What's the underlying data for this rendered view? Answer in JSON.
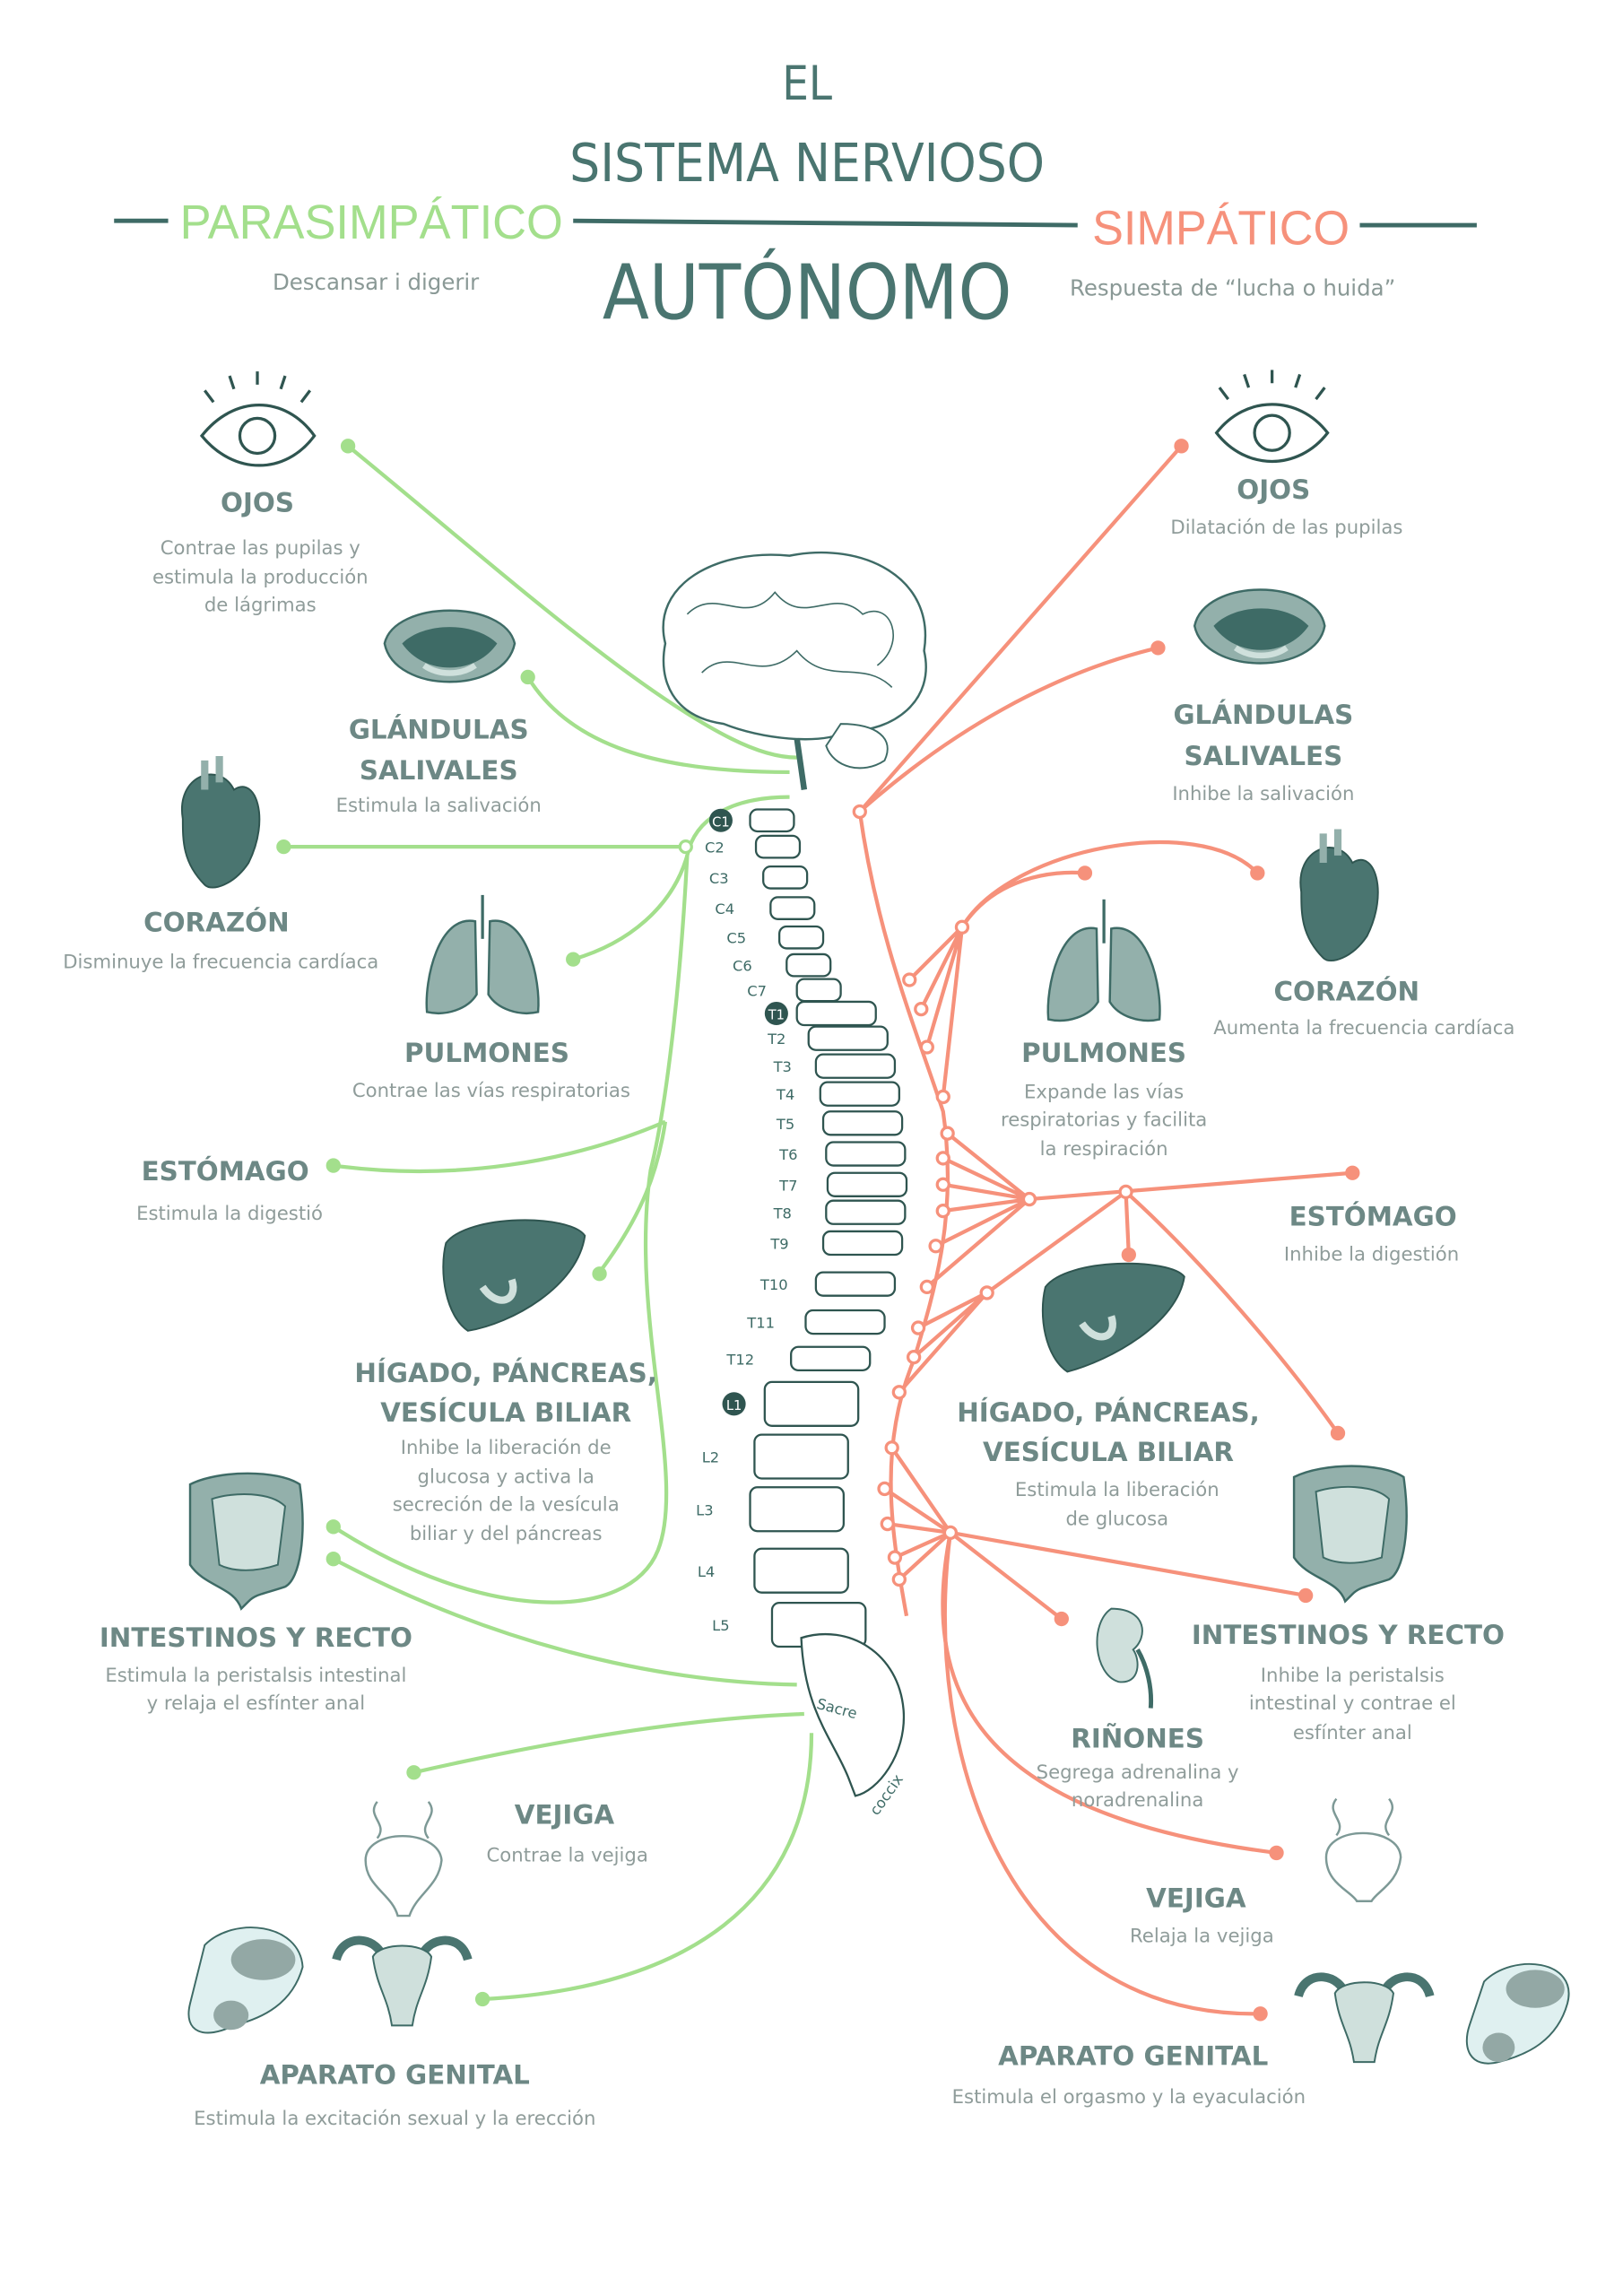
{
  "title": {
    "line1": "EL",
    "line2": "SISTEMA NERVIOSO",
    "line3": "AUTÓNOMO"
  },
  "parasympathetic": {
    "label": "PARASIMPÁTICO",
    "subtitle": "Descansar i digerir",
    "color": "#a3df8c"
  },
  "sympathetic": {
    "label": "SIMPÁTICO",
    "subtitle": "Respuesta de “lucha o huida”",
    "color": "#f6917b"
  },
  "left": [
    {
      "name": "OJOS",
      "desc": [
        "Contrae las pupilas y",
        "estimula la producción",
        "de lágrimas"
      ]
    },
    {
      "name": [
        "GLÁNDULAS",
        "SALIVALES"
      ],
      "desc": [
        "Estimula la salivación"
      ]
    },
    {
      "name": "CORAZÓN",
      "desc": [
        "Disminuye la frecuencia cardíaca"
      ]
    },
    {
      "name": "PULMONES",
      "desc": [
        "Contrae las vías respiratorias"
      ]
    },
    {
      "name": "ESTÓMAGO",
      "desc": [
        "Estimula la digestió"
      ]
    },
    {
      "name": [
        "HÍGADO, PÁNCREAS,",
        "VESÍCULA BILIAR"
      ],
      "desc": [
        "Inhibe la liberación de",
        "glucosa y activa la",
        "secreción de la vesícula",
        "biliar y del páncreas"
      ]
    },
    {
      "name": "INTESTINOS Y RECTO",
      "desc": [
        "Estimula la peristalsis intestinal",
        "y relaja el esfínter anal"
      ]
    },
    {
      "name": "VEJIGA",
      "desc": [
        "Contrae la vejiga"
      ]
    },
    {
      "name": "APARATO GENITAL",
      "desc": [
        "Estimula la excitación sexual y la erección"
      ]
    }
  ],
  "right": [
    {
      "name": "OJOS",
      "desc": [
        "Dilatación de las pupilas"
      ]
    },
    {
      "name": [
        "GLÁNDULAS",
        "SALIVALES"
      ],
      "desc": [
        "Inhibe la salivación"
      ]
    },
    {
      "name": "CORAZÓN",
      "desc": [
        "Aumenta la frecuencia cardíaca"
      ]
    },
    {
      "name": "PULMONES",
      "desc": [
        "Expande las vías",
        "respiratorias y facilita",
        "la respiración"
      ]
    },
    {
      "name": "ESTÓMAGO",
      "desc": [
        "Inhibe la digestión"
      ]
    },
    {
      "name": [
        "HÍGADO, PÁNCREAS,",
        "VESÍCULA BILIAR"
      ],
      "desc": [
        "Estimula la liberación",
        "de glucosa"
      ]
    },
    {
      "name": "INTESTINOS Y RECTO",
      "desc": [
        "Inhibe la peristalsis",
        "intestinal y contrae el",
        "esfínter anal"
      ]
    },
    {
      "name": "RIÑONES",
      "desc": [
        "Segrega adrenalina y",
        "noradrenalina"
      ]
    },
    {
      "name": "VEJIGA",
      "desc": [
        "Relaja la vejiga"
      ]
    },
    {
      "name": "APARATO GENITAL",
      "desc": [
        "Estimula el orgasmo y la eyaculación"
      ]
    }
  ],
  "spine": {
    "cervical": [
      "C1",
      "C2",
      "C3",
      "C4",
      "C5",
      "C6",
      "C7"
    ],
    "thoracic": [
      "T1",
      "T2",
      "T3",
      "T4",
      "T5",
      "T6",
      "T7",
      "T8",
      "T9",
      "T10",
      "T11",
      "T12"
    ],
    "lumbar": [
      "L1",
      "L2",
      "L3",
      "L4",
      "L5"
    ],
    "sacrum": "Sacre",
    "coccyx": "coccix"
  }
}
